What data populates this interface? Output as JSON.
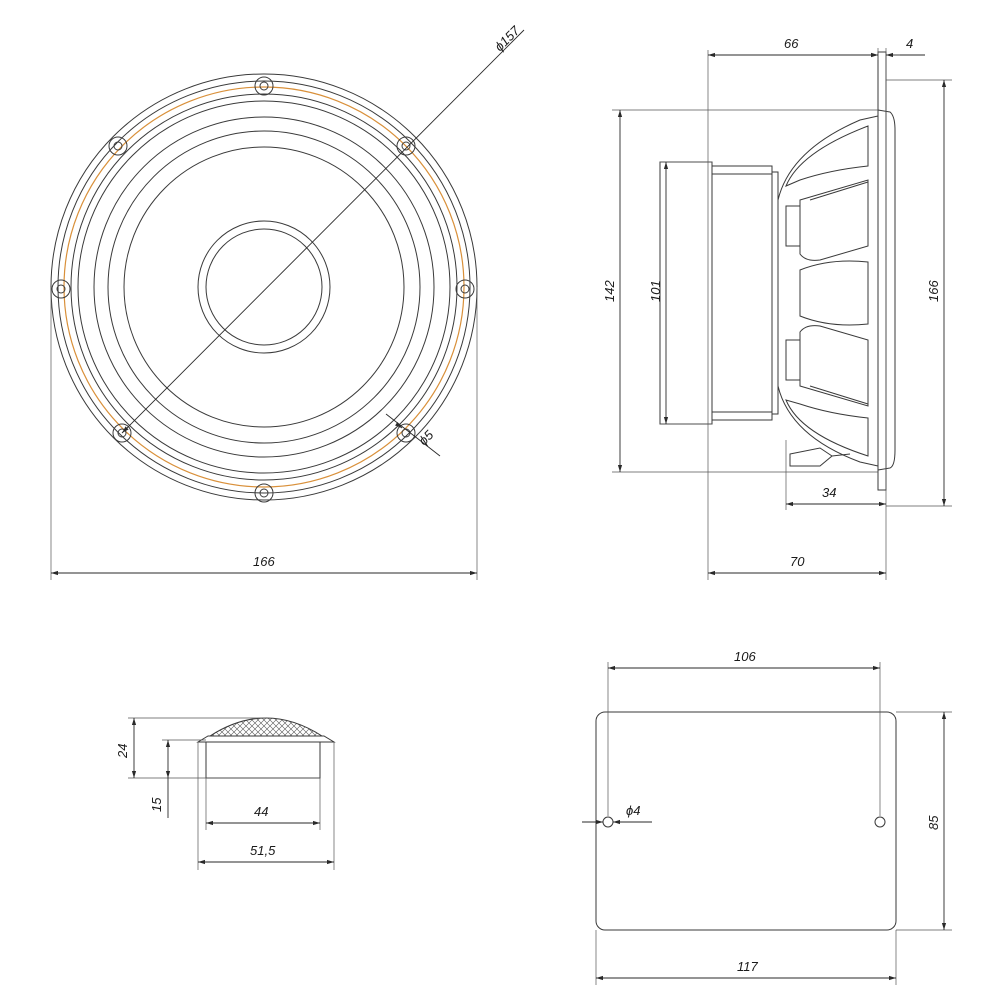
{
  "colors": {
    "line": "#3a3a3a",
    "accent": "#d9903a",
    "background": "#ffffff"
  },
  "front_view": {
    "dim_diameter": "ϕ157",
    "dim_hole": "ϕ5",
    "dim_width": "166"
  },
  "side_view": {
    "dim_depth_top": "66",
    "dim_flange": "4",
    "dim_cut_height": "142",
    "dim_magnet": "101",
    "dim_total_height": "166",
    "dim_terminal": "34",
    "dim_depth_total": "70"
  },
  "tweeter_view": {
    "dim_height": "24",
    "dim_body": "15",
    "dim_inner": "44",
    "dim_outer": "51,5"
  },
  "plate_view": {
    "dim_hole_spacing": "106",
    "dim_hole": "ϕ4",
    "dim_height": "85",
    "dim_width": "117"
  }
}
